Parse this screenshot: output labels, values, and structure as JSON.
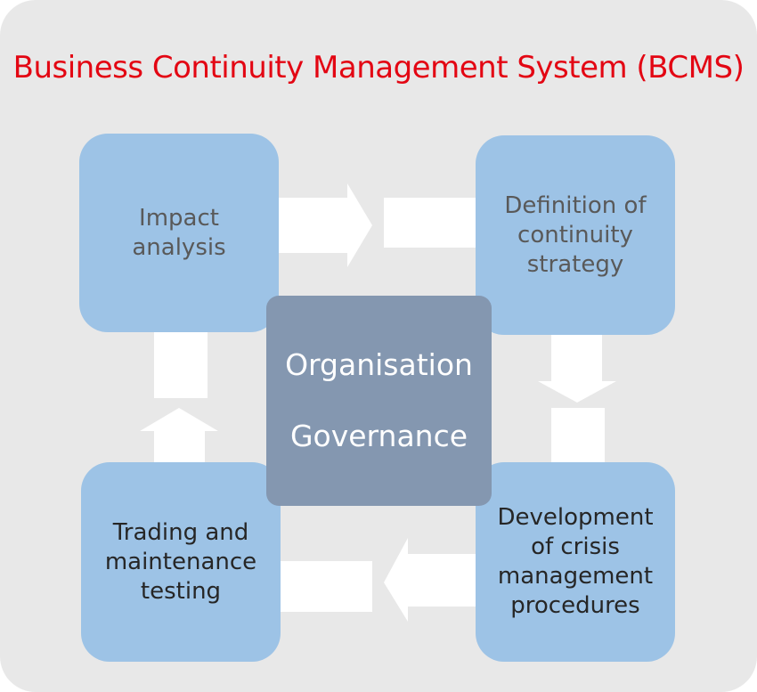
{
  "title": "Business Continuity Management System (BCMS)",
  "colors": {
    "title": "#e30613",
    "background_panel": "#e8e8e8",
    "box_fill": "#9dc3e6",
    "center_fill": "#8497b0",
    "arrow_fill": "#ffffff"
  },
  "boxes": {
    "impact": {
      "lines": [
        "Impact",
        "analysis"
      ]
    },
    "definition": {
      "lines": [
        "Definition of",
        "continuity",
        "strategy"
      ]
    },
    "development": {
      "lines": [
        "Development",
        "of crisis",
        "management",
        "procedures"
      ]
    },
    "testing": {
      "lines": [
        "Trading and",
        "maintenance",
        "testing"
      ]
    }
  },
  "center": {
    "line1": "Organisation",
    "line2": "Governance"
  }
}
